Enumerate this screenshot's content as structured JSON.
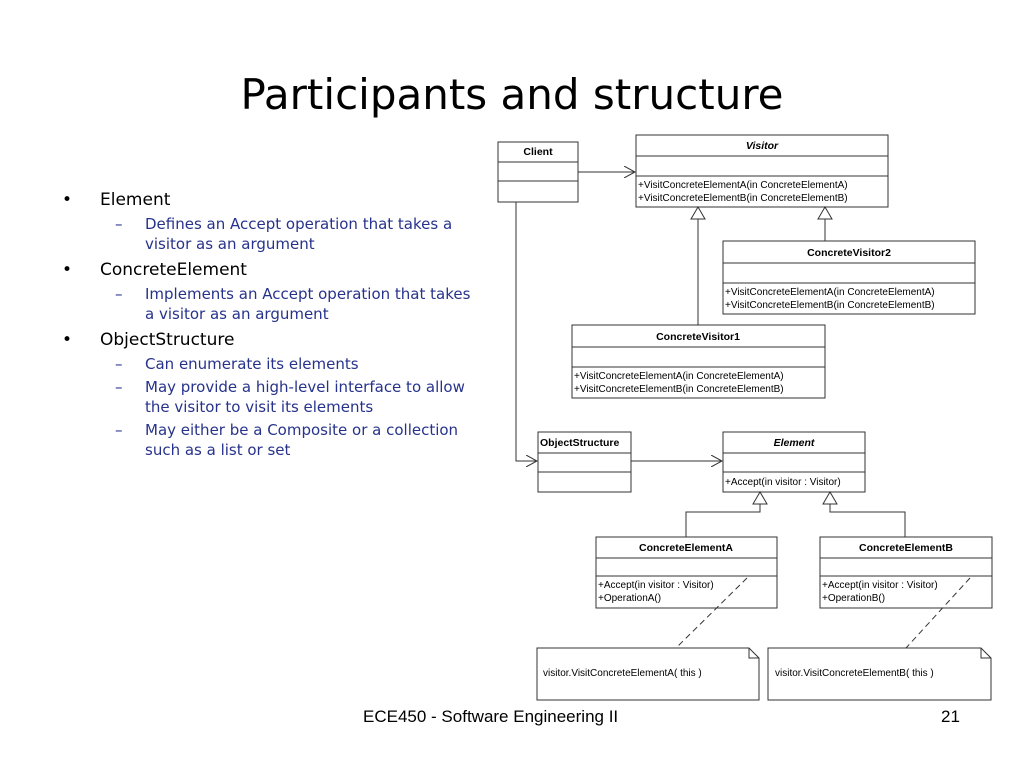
{
  "slide": {
    "title": "Participants and structure",
    "footer_course": "ECE450 - Software Engineering II",
    "page_number": "21"
  },
  "bullets": [
    {
      "label": "Element",
      "subs": [
        "Defines an Accept operation that takes a visitor as an argument"
      ]
    },
    {
      "label": "ConcreteElement",
      "subs": [
        "Implements an Accept operation that takes a visitor as an argument"
      ]
    },
    {
      "label": "ObjectStructure",
      "subs": [
        "Can enumerate its elements",
        "May provide a high-level interface to allow the visitor to visit its elements",
        "May either be a Composite or a collection such as a list or set"
      ]
    }
  ],
  "diagram": {
    "client": {
      "name": "Client"
    },
    "visitor": {
      "name": "Visitor",
      "ops": [
        "+VisitConcreteElementA(in ConcreteElementA)",
        "+VisitConcreteElementB(in ConcreteElementB)"
      ]
    },
    "concrete_visitor2": {
      "name": "ConcreteVisitor2",
      "ops": [
        "+VisitConcreteElementA(in ConcreteElementA)",
        "+VisitConcreteElementB(in ConcreteElementB)"
      ]
    },
    "concrete_visitor1": {
      "name": "ConcreteVisitor1",
      "ops": [
        "+VisitConcreteElementA(in ConcreteElementA)",
        "+VisitConcreteElementB(in ConcreteElementB)"
      ]
    },
    "object_structure": {
      "name": "ObjectStructure"
    },
    "element": {
      "name": "Element",
      "ops": [
        "+Accept(in visitor : Visitor)"
      ]
    },
    "concrete_element_a": {
      "name": "ConcreteElementA",
      "ops": [
        "+Accept(in visitor : Visitor)",
        "+OperationA()"
      ]
    },
    "concrete_element_b": {
      "name": "ConcreteElementB",
      "ops": [
        "+Accept(in visitor : Visitor)",
        "+OperationB()"
      ]
    },
    "note_a": "visitor.VisitConcreteElementA( this )",
    "note_b": "visitor.VisitConcreteElementB( this )"
  },
  "colors": {
    "sub_bullet_text": "#27338b"
  }
}
